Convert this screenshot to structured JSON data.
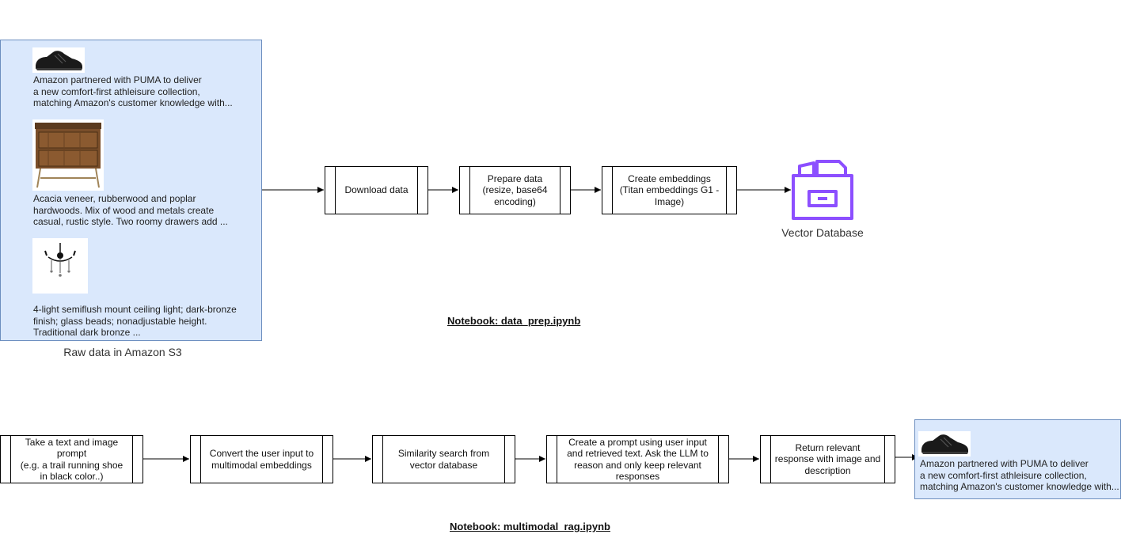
{
  "raw_data": {
    "caption": "Raw data in Amazon S3",
    "items": [
      {
        "image": "black-sneaker-photo",
        "text": "Amazon partnered with PUMA to deliver\na new comfort-first athleisure collection,\nmatching Amazon's customer knowledge with..."
      },
      {
        "image": "wooden-nightstand-photo",
        "text": "Acacia veneer, rubberwood and poplar\nhardwoods. Mix of wood and metals create\ncasual, rustic style. Two roomy drawers add ..."
      },
      {
        "image": "chandelier-photo",
        "text": "4-light semiflush mount ceiling light; dark-bronze\nfinish; glass beads; nonadjustable height.\nTraditional dark bronze ..."
      }
    ]
  },
  "data_prep": {
    "notebook_label": "Notebook: data_prep.ipynb",
    "steps": [
      {
        "label": "Download data"
      },
      {
        "label": "Prepare data\n(resize, base64\nencoding)"
      },
      {
        "label": "Create embeddings\n(Titan embeddings G1 -\nImage)"
      }
    ],
    "vector_db": {
      "icon": "vector-database-icon",
      "label": "Vector Database",
      "color": "#8c4fff"
    }
  },
  "rag": {
    "notebook_label": "Notebook: multimodal_rag.ipynb",
    "steps": [
      {
        "label": "Take a text and image\nprompt\n(e.g. a trail running shoe\nin black color..)"
      },
      {
        "label": "Convert the user input to\nmultimodal embeddings"
      },
      {
        "label": "Similarity search from\nvector database"
      },
      {
        "label": "Create a prompt using user input\nand retrieved text. Ask the LLM to\nreason and only keep relevant\nresponses"
      },
      {
        "label": "Return relevant\nresponse with image and\ndescription"
      }
    ],
    "result": {
      "image": "black-sneaker-photo",
      "text": "Amazon partnered with PUMA to deliver\na new comfort-first athleisure collection,\nmatching Amazon's customer knowledge with..."
    }
  },
  "colors": {
    "panel_fill": "#dae8fc",
    "panel_border": "#6c8ebf",
    "db_icon": "#8c4fff"
  }
}
